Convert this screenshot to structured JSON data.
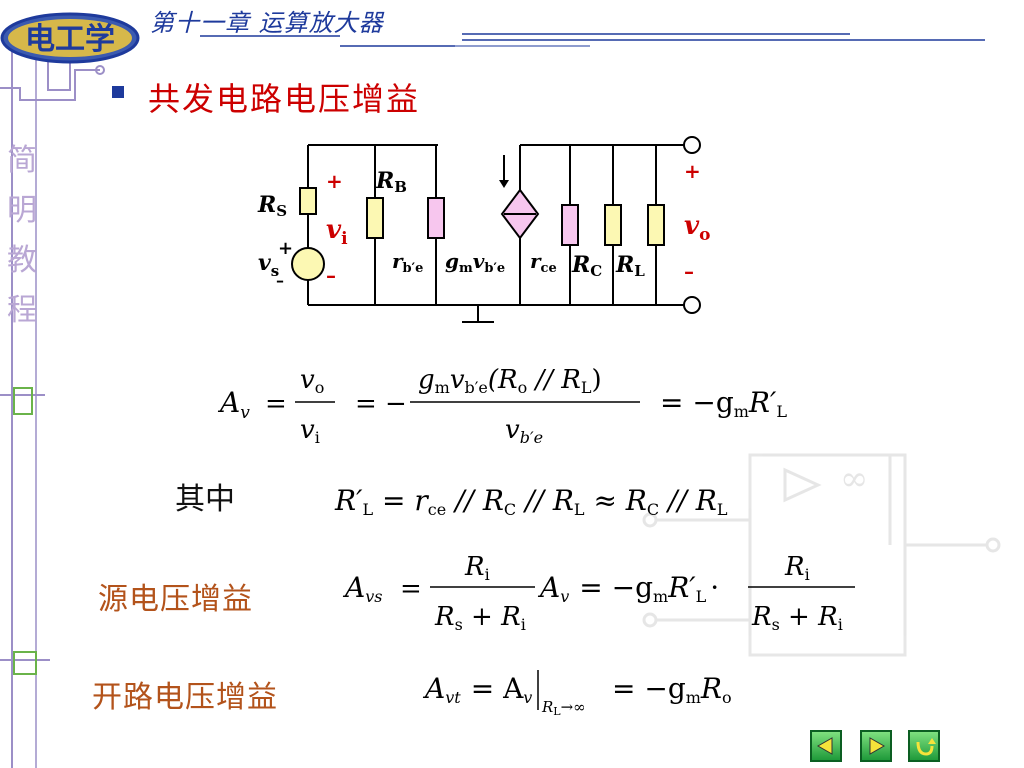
{
  "header": {
    "logo_text": "电工学",
    "chapter_title": "第十一章  运算放大器"
  },
  "sidebar": {
    "chars": [
      "简",
      "明",
      "教",
      "程"
    ]
  },
  "main": {
    "heading": "共发电路电压增益",
    "qizhong": "其中",
    "source_gain_label": "源电压增益",
    "open_gain_label": "开路电压增益"
  },
  "circuit": {
    "rs": "R",
    "rs_sub": "S",
    "vs": "v",
    "vs_sub": "s",
    "vi": "v",
    "vi_sub": "i",
    "rb": "R",
    "rb_sub": "B",
    "rbe": "r",
    "rbe_sub": "b′e",
    "gm": "g",
    "gm_sub": "m",
    "gm_v": "v",
    "gm_v_sub": "b′e",
    "rce": "r",
    "rce_sub": "ce",
    "rc": "R",
    "rc_sub": "C",
    "rl": "R",
    "rl_sub": "L",
    "vo": "v",
    "vo_sub": "o",
    "plus": "+",
    "minus": "–"
  },
  "equations": {
    "eq1": {
      "lhs": "A",
      "lhs_sub": "v",
      "frac1_num": "v",
      "frac1_num_sub": "o",
      "frac1_den": "v",
      "frac1_den_sub": "i",
      "frac2_num_a": "g",
      "frac2_num_a_sub": "m",
      "frac2_num_b": "v",
      "frac2_num_b_sub": "b′e",
      "frac2_num_c": "(R",
      "frac2_num_c_sub": "o",
      "frac2_num_d": " // R",
      "frac2_num_d_sub": "L",
      "frac2_num_e": ")",
      "frac2_den": "v",
      "frac2_den_sub": "b′e",
      "rhs_a": "= −g",
      "rhs_a_sub": "m",
      "rhs_b": "R′",
      "rhs_b_sub": "L"
    },
    "eq2": {
      "a": "R′",
      "a_sub": "L",
      "b": " = r",
      "b_sub": "ce",
      "c": " // R",
      "c_sub": "C",
      "d": " // R",
      "d_sub": "L",
      "e": " ≈ R",
      "e_sub": "C",
      "f": " // R",
      "f_sub": "L"
    },
    "eq3": {
      "lhs": "A",
      "lhs_sub": "vs",
      "num1": "R",
      "num1_sub": "i",
      "den1_a": "R",
      "den1_a_sub": "s",
      "den1_b": " + R",
      "den1_b_sub": "i",
      "mid_a": "A",
      "mid_a_sub": "v",
      "mid_b": "= −g",
      "mid_b_sub": "m",
      "mid_c": "R′",
      "mid_c_sub": "L",
      "mid_dot": "·",
      "num2": "R",
      "num2_sub": "i",
      "den2_a": "R",
      "den2_a_sub": "s",
      "den2_b": " + R",
      "den2_b_sub": "i"
    },
    "eq4": {
      "lhs": "A",
      "lhs_sub": "vt",
      "eq": "= A",
      "eq_sub": "v",
      "cond_a": "R",
      "cond_a_sub": "L",
      "cond_b": "→∞",
      "rhs": "= −g",
      "rhs_sub": "m",
      "rhs_b": "R",
      "rhs_b_sub": "o"
    }
  },
  "nav": {
    "prev_icon": "prev-triangle-icon",
    "next_icon": "next-triangle-icon",
    "return_icon": "return-icon"
  },
  "colors": {
    "heading_red": "#cc0000",
    "label_brown": "#b3531b",
    "title_blue": "#1e3a9c",
    "component_yellow": "#fcf8b3",
    "component_pink": "#f7c6ee",
    "sidebar_purple": "#b9a7d4"
  }
}
